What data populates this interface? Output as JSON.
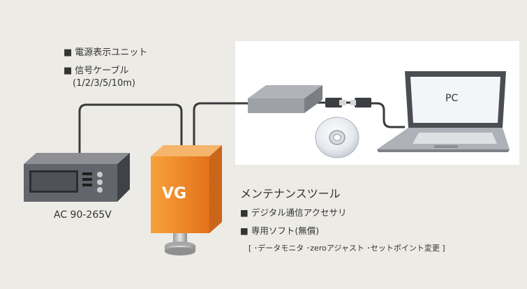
{
  "labels": {
    "power_unit": "電源表示ユニット",
    "signal_cable": "信号ケーブル",
    "cable_lengths": "(1/2/3/5/10m)",
    "ac_range": "AC 90-265V",
    "vg": "VG",
    "pc": "PC",
    "maint_title": "メンテナンスツール",
    "digital_acc": "デジタル通信アクセサリ",
    "software": "専用ソフト(無償)",
    "features": "[ ･データモニタ ･zeroアジャスト ･セットポイント変更 ]"
  },
  "colors": {
    "background": "#ecebe6",
    "vg_orange": "#e87b1e",
    "cable": "#3a3a3a"
  }
}
